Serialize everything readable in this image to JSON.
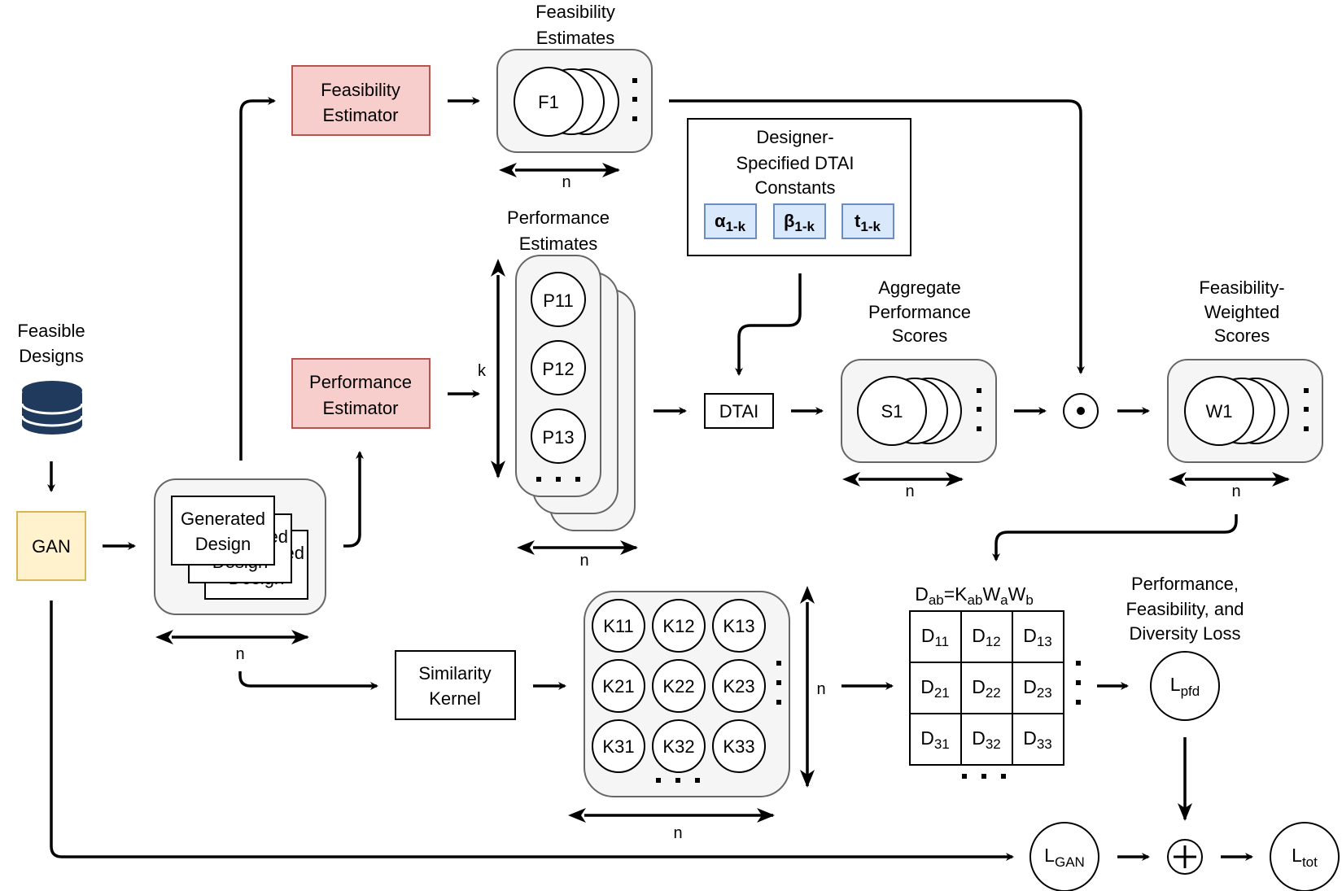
{
  "labels": {
    "feasible_designs": [
      "Feasible",
      "Designs"
    ],
    "gan": "GAN",
    "generated_design": [
      "Generated",
      "Design"
    ],
    "feasibility_estimator": [
      "Feasibility",
      "Estimator"
    ],
    "performance_estimator": [
      "Performance",
      "Estimator"
    ],
    "feasibility_estimates": [
      "Feasibility",
      "Estimates"
    ],
    "performance_estimates": [
      "Performance",
      "Estimates"
    ],
    "designer_constants": [
      "Designer-",
      "Specified DTAI",
      "Constants"
    ],
    "alpha": {
      "base": "α",
      "sub": "1-k"
    },
    "beta": {
      "base": "β",
      "sub": "1-k"
    },
    "t": {
      "base": "t",
      "sub": "1-k"
    },
    "dtai": "DTAI",
    "aggregate_scores": [
      "Aggregate",
      "Performance",
      "Scores"
    ],
    "weighted_scores": [
      "Feasibility-",
      "Weighted",
      "Scores"
    ],
    "similarity_kernel": [
      "Similarity",
      "Kernel"
    ],
    "loss_title": [
      "Performance,",
      "Feasibility, and",
      "Diversity Loss"
    ],
    "n": "n",
    "k": "k",
    "f1": "F1",
    "s1": "S1",
    "w1": "W1",
    "p_items": [
      "P11",
      "P12",
      "P13"
    ],
    "k_items": [
      [
        "K11",
        "K12",
        "K13"
      ],
      [
        "K21",
        "K22",
        "K23"
      ],
      [
        "K31",
        "K32",
        "K33"
      ]
    ],
    "d_formula": {
      "D": "D",
      "ab1": "ab",
      "eqK": "=K",
      "ab2": "ab",
      "W1": "W",
      "a": "a",
      "W2": "W",
      "b": "b"
    },
    "d_matrix": [
      [
        {
          "b": "D",
          "s": "11"
        },
        {
          "b": "D",
          "s": "12"
        },
        {
          "b": "D",
          "s": "13"
        }
      ],
      [
        {
          "b": "D",
          "s": "21"
        },
        {
          "b": "D",
          "s": "22"
        },
        {
          "b": "D",
          "s": "23"
        }
      ],
      [
        {
          "b": "D",
          "s": "31"
        },
        {
          "b": "D",
          "s": "32"
        },
        {
          "b": "D",
          "s": "33"
        }
      ]
    ],
    "lpfd": {
      "base": "L",
      "sub": "pfd"
    },
    "lgan": {
      "base": "L",
      "sub": "GAN"
    },
    "ltot": {
      "base": "L",
      "sub": "tot"
    },
    "odot": "⊙",
    "oplus": "+"
  },
  "colors": {
    "estimator_fill": "#f8cecc",
    "gan_fill": "#fff2cc",
    "constant_fill": "#dae8fc",
    "group_fill": "#f5f5f5",
    "database_icon": "#1f3a5c"
  },
  "icons": [
    "database-icon"
  ]
}
